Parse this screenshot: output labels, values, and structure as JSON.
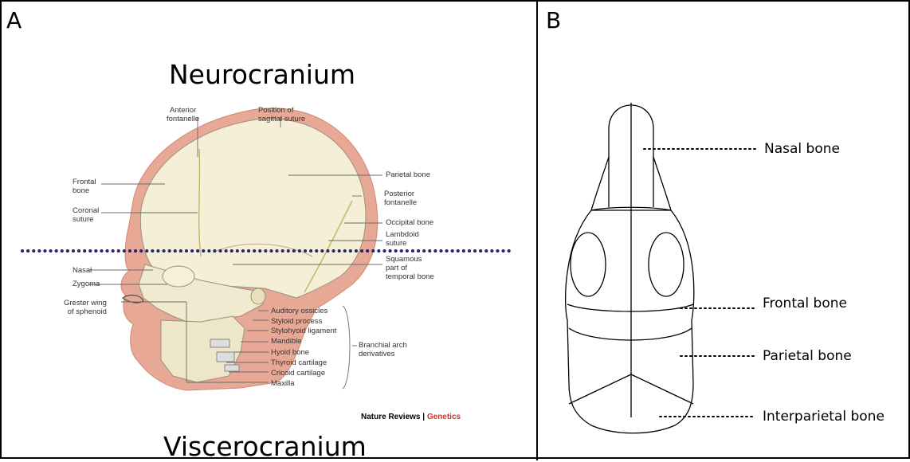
{
  "panels": {
    "a": {
      "letter": "A",
      "title_top": "Neurocranium",
      "title_bottom": "Viscerocranium",
      "credit_prefix": "Nature Reviews | ",
      "credit_suffix": "Genetics",
      "labels": {
        "anterior_fontanelle": "Anterior\nfontanelle",
        "sagittal_suture": "Position of\nsagittal suture",
        "frontal_bone": "Frontal\nbone",
        "parietal_bone": "Parietal bone",
        "posterior_fontanelle": "Posterior\nfontanelle",
        "coronal_suture": "Coronal\nsuture",
        "occipital_bone": "Occipital bone",
        "lambdoid_suture": "Lambdoid\nsuture",
        "squamous": "Squamous\npart of\ntemporal bone",
        "nasal": "Nasal",
        "zygoma": "Zygoma",
        "greater_wing": "Grester wing\nof sphenoid",
        "auditory_ossicles": "Auditory ossicles",
        "styloid_process": "Styloid process",
        "stylohyoid_ligament": "Stylohyoid ligament",
        "mandible": "Mandible",
        "hyoid_bone": "Hyoid bone",
        "thyroid_cartilage": "Thyroid cartilage",
        "cricoid_cartilage": "Cricoid cartilage",
        "maxilla": "Maxilla",
        "branchial_arch": "Branchial arch\nderivatives"
      },
      "colors": {
        "skin": "#e8a896",
        "bone": "#f4efd6",
        "line": "#6b6b6b",
        "dots": "#23236b"
      }
    },
    "b": {
      "letter": "B",
      "labels": {
        "nasal_bone": "Nasal bone",
        "frontal_bone": "Frontal bone",
        "parietal_bone": "Parietal bone",
        "interparietal_bone": "Interparietal bone"
      }
    }
  }
}
